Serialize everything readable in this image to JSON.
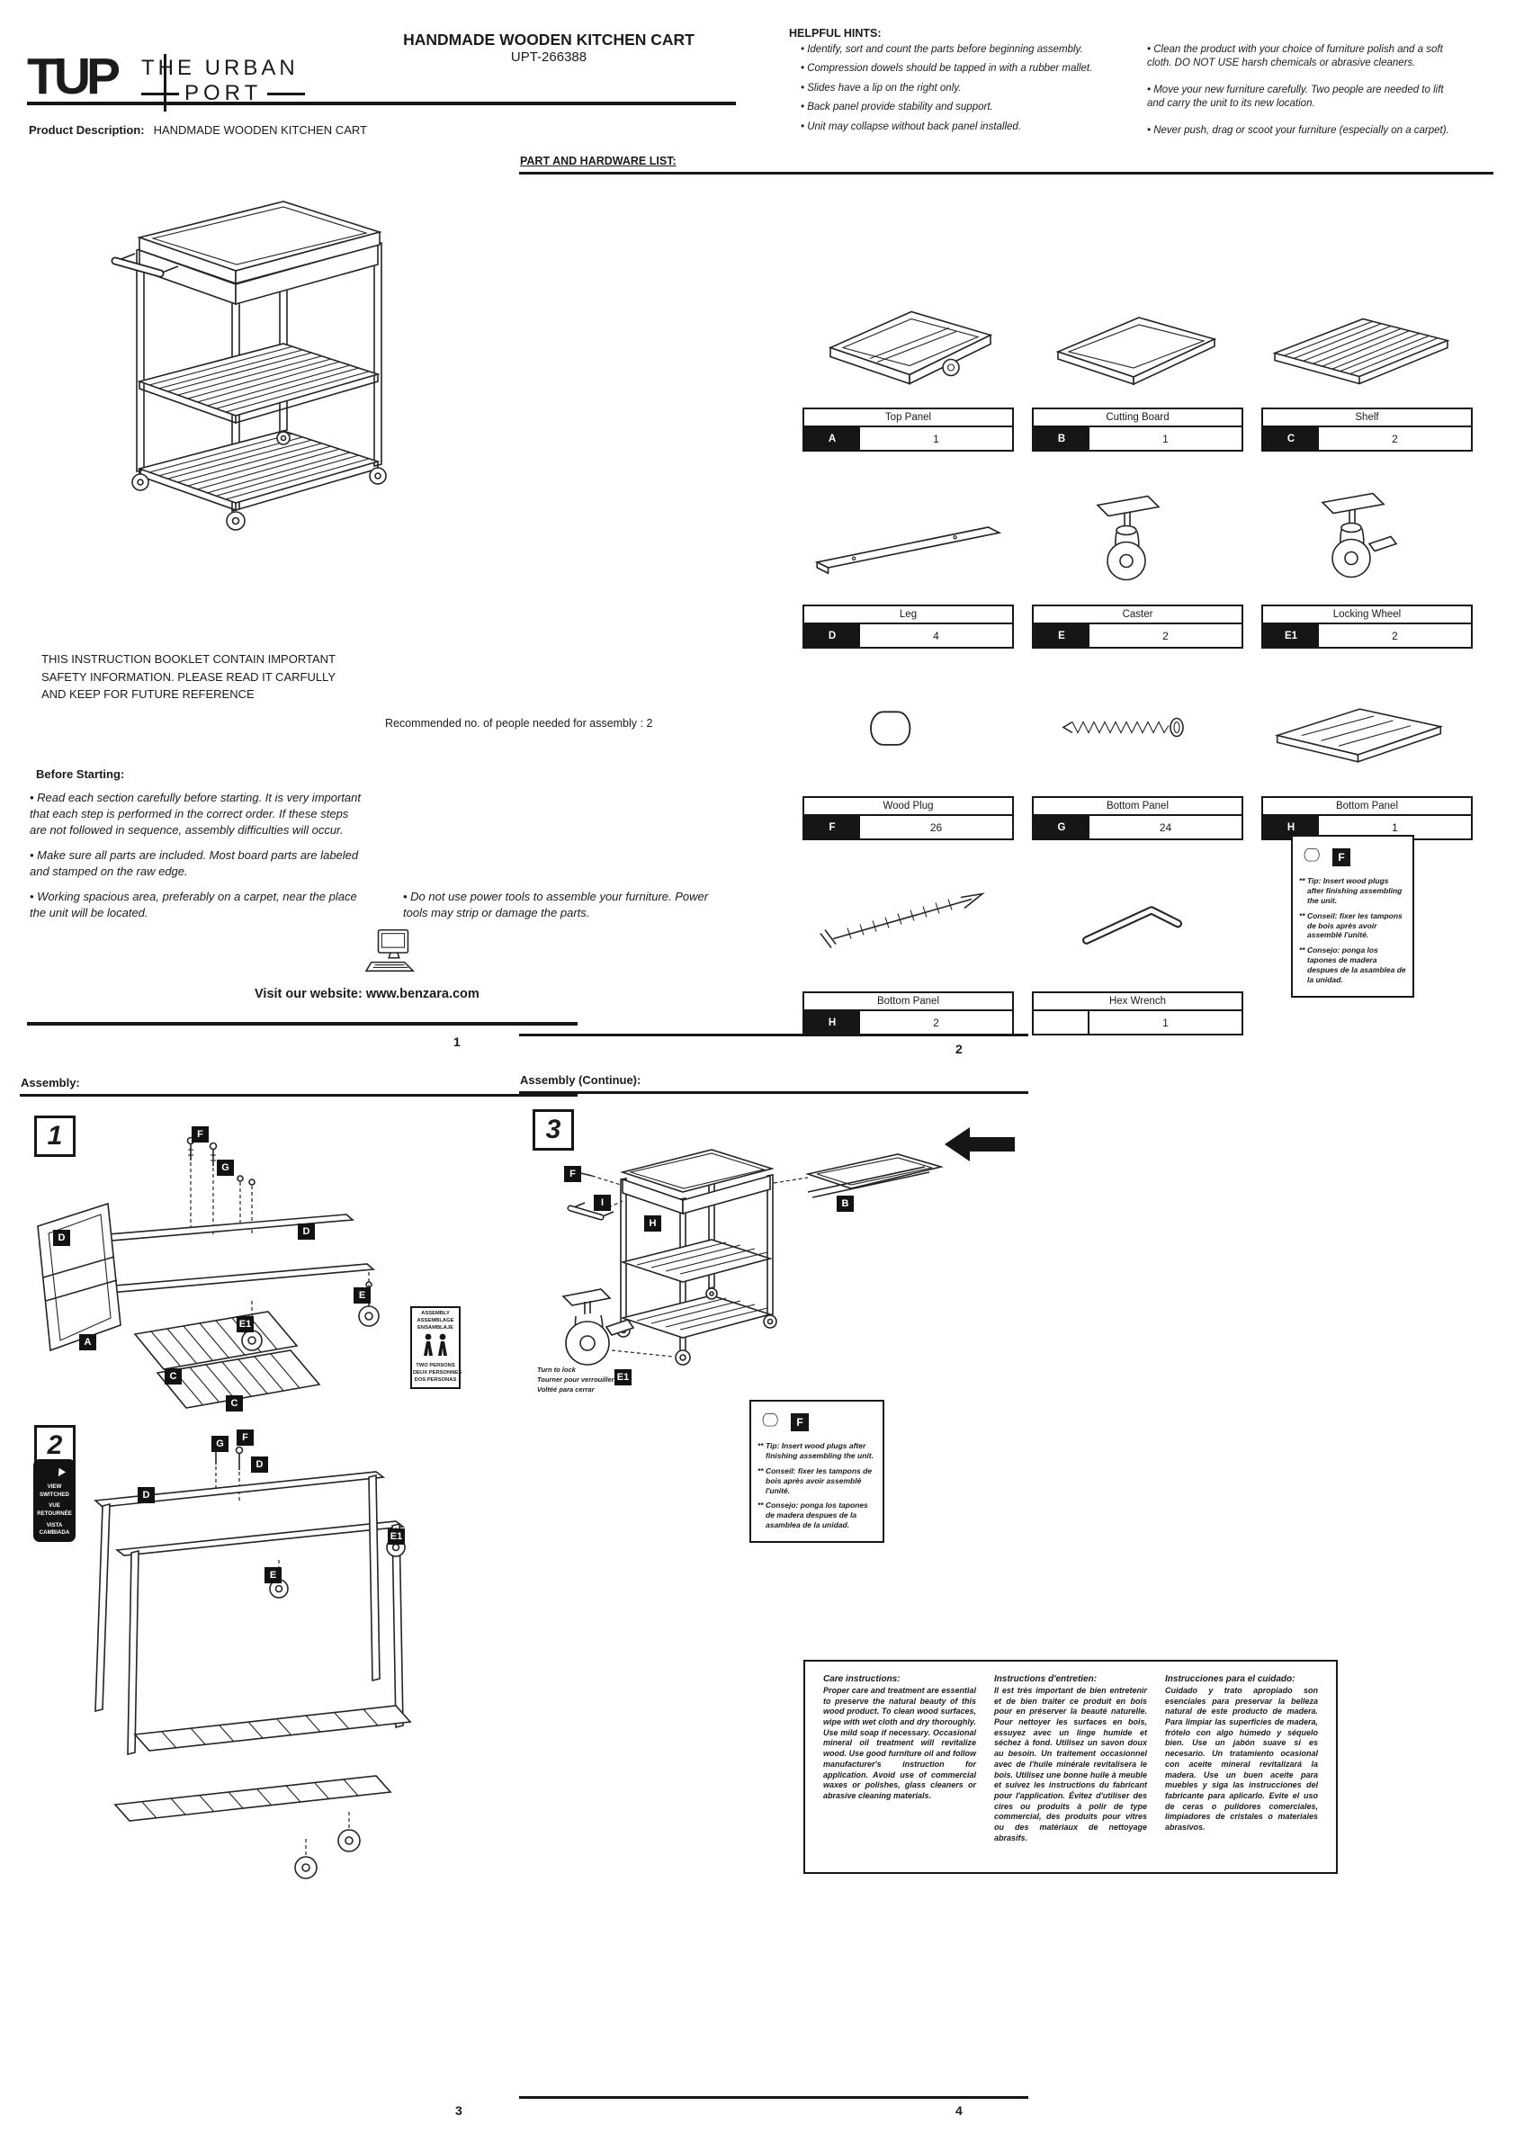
{
  "header": {
    "logo": {
      "acronym": "TUP",
      "name_line1": "THE URBAN",
      "name_line2": "PORT"
    },
    "title": "HANDMADE WOODEN KITCHEN CART",
    "model": "UPT-266388"
  },
  "page1": {
    "product_description_label": "Product Description:",
    "product_description_value": "HANDMADE WOODEN KITCHEN CART",
    "notice_lines": [
      "THIS INSTRUCTION BOOKLET CONTAIN IMPORTANT",
      "SAFETY INFORMATION. PLEASE READ IT CARFULLY",
      "AND KEEP FOR FUTURE REFERENCE"
    ],
    "recommended": "Recommended no. of people needed for assembly : 2",
    "before_starting_title": "Before Starting:",
    "before_bullets": [
      "•  Read each section carefully before starting. It is very important that each step is performed in the correct order. If these steps are not followed in sequence, assembly difficulties will occur.",
      "•  Make sure all parts are included. Most board parts are labeled and stamped on the raw edge.",
      "•  Working spacious area, preferably on a carpet, near the place the unit will be located."
    ],
    "power_tools_note": "• Do not use power tools to assemble your furniture. Power tools may strip or damage the parts.",
    "website": "Visit our website: www.benzara.com",
    "page_number": "1"
  },
  "page2": {
    "helpful_hints_title": "HELPFUL HINTS:",
    "hints_left": [
      "• Identify, sort and count the parts before beginning assembly.",
      "• Compression dowels should be tapped in with a rubber mallet.",
      "• Slides have a lip on the right only.",
      "• Back panel provide stability and support.",
      "• Unit may collapse without back panel installed."
    ],
    "hints_right": [
      "• Clean the product with your choice of furniture polish and a soft cloth. DO NOT USE harsh chemicals or abrasive cleaners.",
      "• Move your new furniture carefully. Two people are needed to lift and carry the unit to its new location.",
      "• Never push, drag or scoot your furniture (especially on a carpet)."
    ],
    "parts_header": "PART AND HARDWARE  LIST:",
    "parts": [
      {
        "letter": "A",
        "name": "Top Panel",
        "qty": "1"
      },
      {
        "letter": "B",
        "name": "Cutting Board",
        "qty": "1"
      },
      {
        "letter": "C",
        "name": "Shelf",
        "qty": "2"
      },
      {
        "letter": "D",
        "name": "Leg",
        "qty": "4"
      },
      {
        "letter": "E",
        "name": "Caster",
        "qty": "2"
      },
      {
        "letter": "E1",
        "name": "Locking Wheel",
        "qty": "2"
      },
      {
        "letter": "F",
        "name": "Wood Plug",
        "qty": "26"
      },
      {
        "letter": "G",
        "name": "Bottom Panel",
        "qty": "24"
      },
      {
        "letter": "H",
        "name": "Bottom Panel",
        "qty": "1"
      },
      {
        "letter": "H",
        "name": "Bottom Panel",
        "qty": "2"
      },
      {
        "letter": "",
        "name": "Hex Wrench",
        "qty": "1"
      }
    ],
    "page_number": "2"
  },
  "tip_box": {
    "badge": "F",
    "lines": [
      "** Tip:  Insert wood plugs after finishing assembling the unit.",
      "** Conseil:  fixer les tampons de bois après avoir assemblé l'unité.",
      "** Consejo:  ponga los tapones de madera despues de la asamblea de la unidad."
    ]
  },
  "page3": {
    "section_title": "Assembly:",
    "step1_number": "1",
    "step2_number": "2",
    "step1_labels": [
      "F",
      "G",
      "D",
      "D",
      "E",
      "E1",
      "A",
      "C",
      "C"
    ],
    "step2_labels": [
      "G",
      "F",
      "D",
      "D",
      "E1",
      "E"
    ],
    "two_persons_badge": {
      "top_lines": [
        "ASSEMBLY",
        "ASSEMBLAGE",
        "ENSAMBLAJE"
      ],
      "bottom_lines": [
        "TWO PERSONS",
        "DEUX PERSONNES",
        "DOS PERSONAS"
      ]
    },
    "view_switched_badge_lines": [
      "VIEW",
      "SWITCHED",
      "VUE",
      "RETOURNÉE",
      "VISTA",
      "CAMBIADA"
    ],
    "page_number": "3"
  },
  "page4": {
    "section_title": "Assembly (Continue):",
    "step3_number": "3",
    "step3_labels": [
      "F",
      "I",
      "H",
      "B",
      "E1"
    ],
    "turn_to_lock_lines": [
      "Turn to lock",
      "Tourner pour verrouiller",
      "Voltéé para cerrar"
    ],
    "care_columns": [
      {
        "title": "Care instructions:",
        "body": "Proper care and treatment are essential to preserve the natural beauty of this wood product.  To clean wood surfaces, wipe with wet cloth and dry thoroughly.  Use mild soap if necessary.  Occasional mineral oil treatment will revitalize wood.  Use good furniture oil and follow manufacturer's instruction for application.  Avoid use of commercial waxes or polishes, glass cleaners or  abrasive cleaning materials."
      },
      {
        "title": "Instructions d'entretien:",
        "body": "Il est très important de bien entretenir et de bien traiter ce produit en bois pour en préserver la beauté naturelle. Pour nettoyer les surfaces en bois, essuyez avec un linge humide et séchez à fond. Utilisez un savon doux au besoin. Un traitement occasionnel avec de l'huile minérale revitalisera le bois. Utilisez une bonne huile à meuble et suivez les instructions du fabricant pour l'application. Évitez d'utiliser des cires ou produits à polir de type commercial, des produits pour vitres ou des matériaux de nettoyage abrasifs."
      },
      {
        "title": "Instrucciones para el cuidado:",
        "body": "Cuidado y trato apropiado son esenciales para preservar la belleza natural de este producto de madera. Para limpiar las superficies de madera, frótelo con algo húmedo y séquelo bien. Use un jabón suave si es necesario. Un tratamiento ocasional con aceite mineral revitalizará la madera. Use un buen aceite para muebles y siga las instrucciones del fabricante para aplicarlo. Evite el uso de ceras o pulidores comerciales, limpiadores de cristales o materiales abrasivos."
      }
    ],
    "page_number": "4"
  }
}
